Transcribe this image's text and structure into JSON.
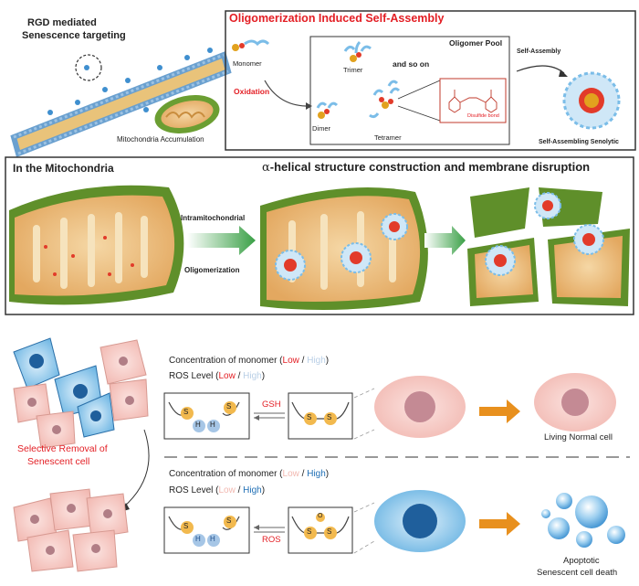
{
  "top_left": {
    "title_line1": "RGD mediated",
    "title_line2": "Senescence targeting",
    "mito_label": "Mitochondria Accumulation"
  },
  "oligo_panel": {
    "title": "Oligomerization Induced Self-Assembly",
    "monomer": "Monomer",
    "oxidation": "Oxidation",
    "pool_title": "Oligomer Pool",
    "trimer": "Trimer",
    "and_so_on": "and so on",
    "dimer": "Dimer",
    "tetramer": "Tetramer",
    "disulfide": "Disulfide bond",
    "self_assembly": "Self-Assembly",
    "senolytic": "Self-Assembling Senolytic"
  },
  "mito_panel": {
    "title": "In the Mitochondria",
    "subtitle_greek": "α",
    "subtitle_rest": "-helical structure construction and membrane disruption",
    "arrow_line1": "Intramitochondrial",
    "arrow_line2": "Oligomerization"
  },
  "bottom": {
    "selective_line1": "Selective Removal of",
    "selective_line2": "Senescent cell",
    "upper": {
      "conc_prefix": "Concentration of monomer (",
      "conc_low": "Low",
      "conc_sep": " / ",
      "conc_high": "High",
      "conc_suffix": ")",
      "ros_prefix": "ROS Level (",
      "ros_low": "Low",
      "ros_sep": " / ",
      "ros_high": "High",
      "ros_suffix": ")",
      "reagent": "GSH",
      "result": "Living Normal cell"
    },
    "lower": {
      "conc_prefix": "Concentration of monomer (",
      "conc_low": "Low",
      "conc_sep": " / ",
      "conc_high": "High",
      "conc_suffix": ")",
      "ros_prefix": "ROS Level (",
      "ros_low": "Low",
      "ros_sep": " / ",
      "ros_high": "High",
      "ros_suffix": ")",
      "reagent": "ROS",
      "result_line1": "Apoptotic",
      "result_line2": "Senescent cell death"
    },
    "atom_s": "S",
    "atom_h": "H",
    "atom_o": "O"
  },
  "colors": {
    "red": "#e31e24",
    "blue": "#1f6fb5",
    "faded_red": "#f2b8b0",
    "faded_blue": "#b9cfe6",
    "orange_arrow": "#e8901e",
    "green_arrow": "#3aa046",
    "mito_outer": "#5f8f2a",
    "mito_inner": "#e9b879",
    "cell_pink": "#f2c9c4",
    "cell_blue": "#5aa8dc"
  }
}
